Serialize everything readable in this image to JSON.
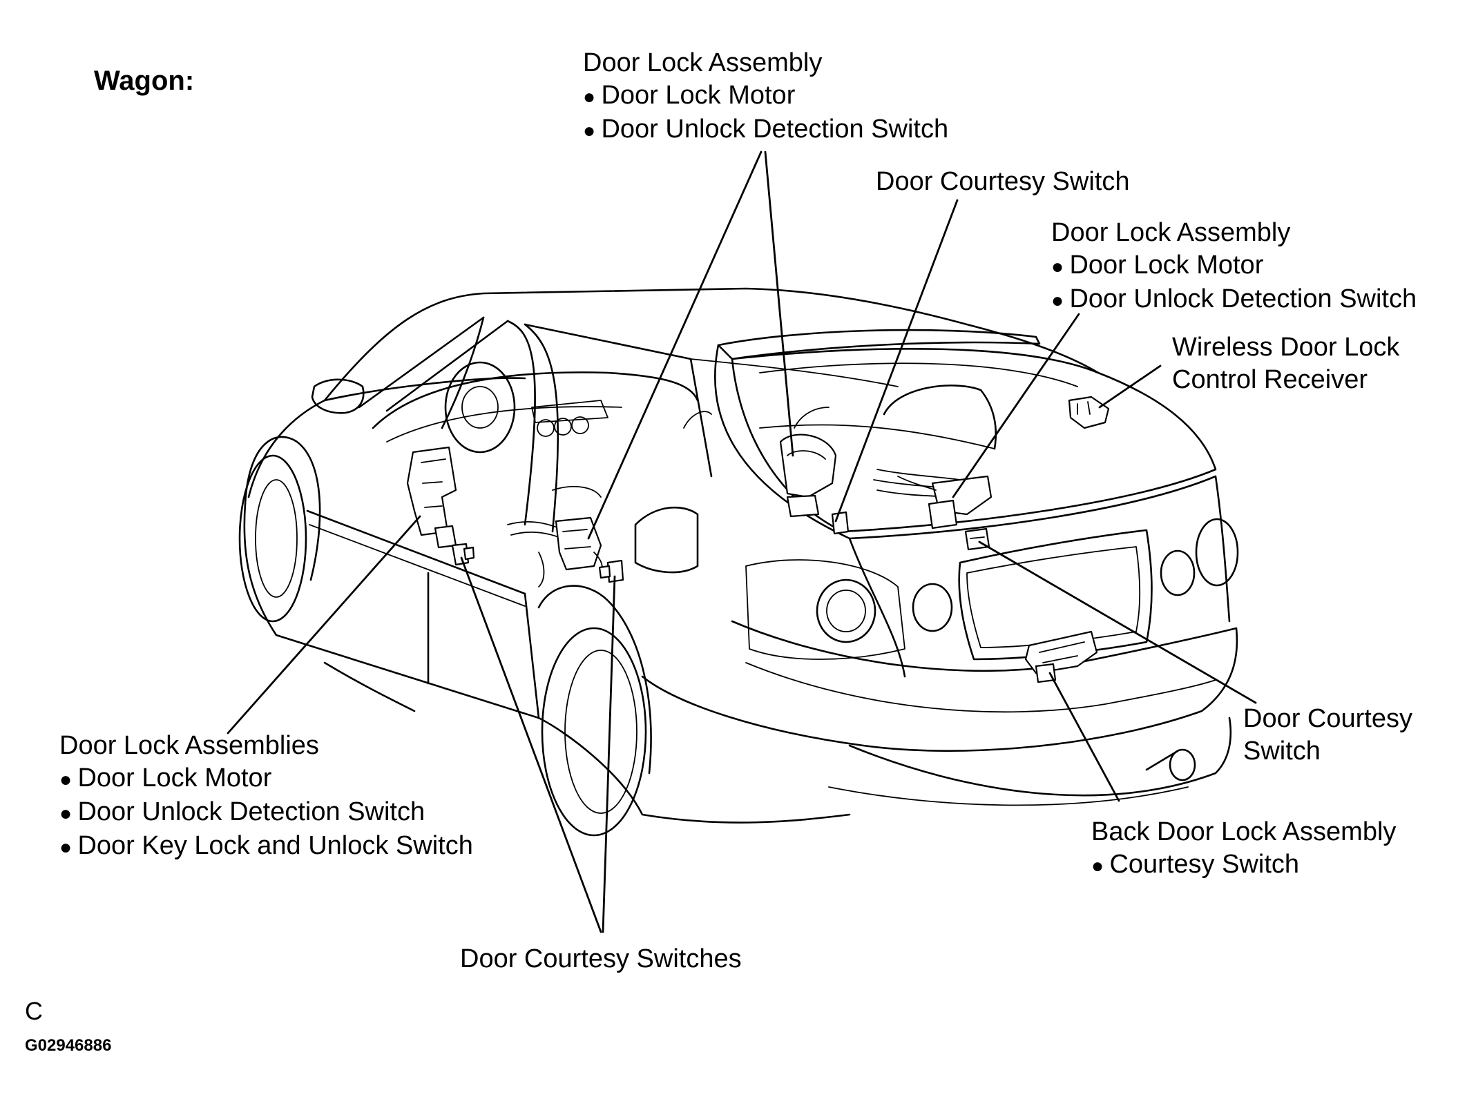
{
  "heading": "Wagon:",
  "labels": {
    "front_door_lock": {
      "title": "Door Lock Assembly",
      "items": [
        "Door Lock Motor",
        "Door Unlock Detection Switch"
      ]
    },
    "rear_door_courtesy": {
      "title": "Door Courtesy Switch"
    },
    "rear_door_lock": {
      "title": "Door Lock Assembly",
      "items": [
        "Door Lock Motor",
        "Door Unlock Detection Switch"
      ]
    },
    "wireless_receiver": {
      "lines": [
        "Wireless Door Lock",
        "Control Receiver"
      ]
    },
    "driver_door_locks": {
      "title": "Door Lock Assemblies",
      "items": [
        "Door Lock Motor",
        "Door Unlock Detection Switch",
        "Door Key Lock and Unlock Switch"
      ]
    },
    "door_courtesy_switches": {
      "title": "Door Courtesy Switches"
    },
    "back_door_courtesy": {
      "lines": [
        "Door Courtesy",
        "Switch"
      ]
    },
    "back_door_lock": {
      "title": "Back Door Lock Assembly",
      "items": [
        "Courtesy Switch"
      ]
    }
  },
  "figure_letter": "C",
  "figure_code": "G02946886"
}
